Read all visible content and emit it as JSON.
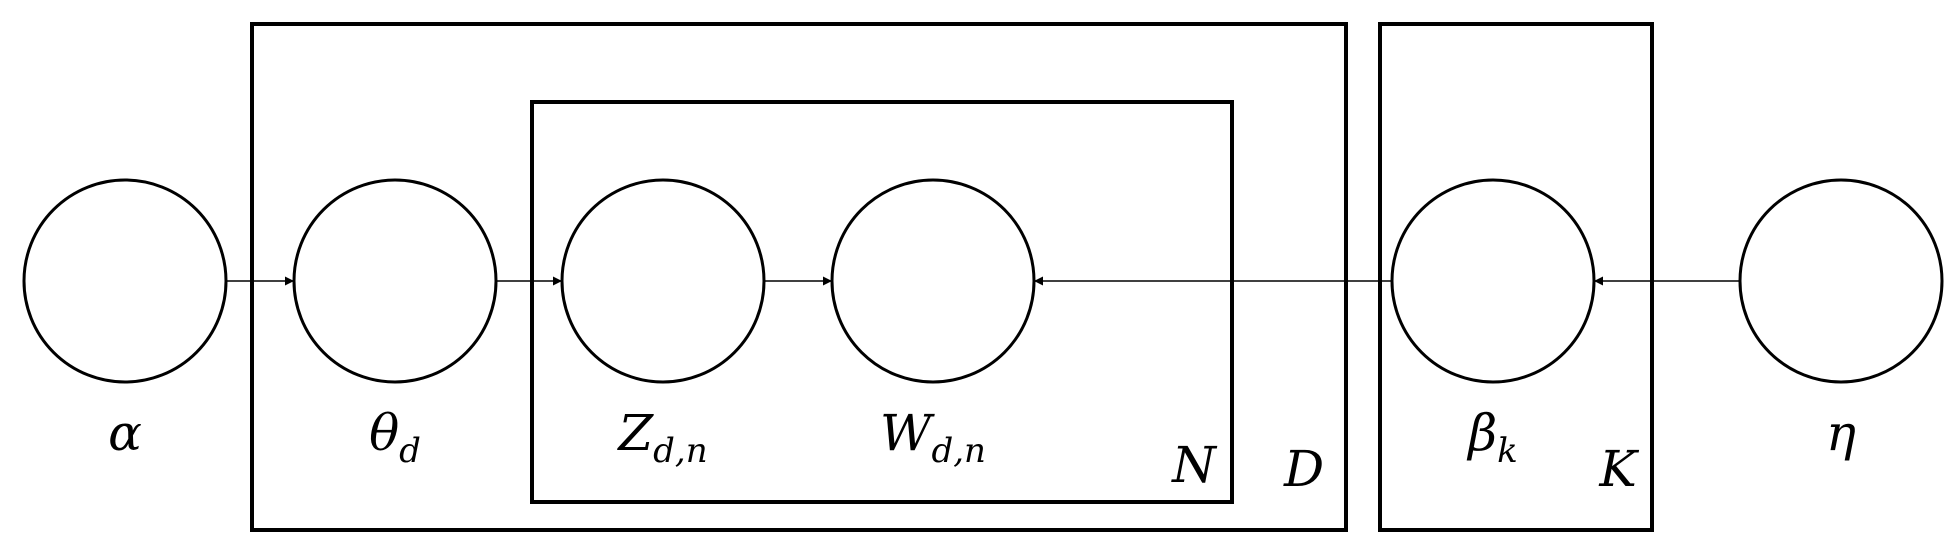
{
  "nodes": {
    "alpha": {
      "symbol": "α",
      "subscript": ""
    },
    "theta": {
      "symbol": "θ",
      "subscript": "d"
    },
    "z": {
      "symbol": "Z",
      "subscript": "d,n"
    },
    "w": {
      "symbol": "W",
      "subscript": "d,n"
    },
    "beta": {
      "symbol": "β",
      "subscript": "k"
    },
    "eta": {
      "symbol": "η",
      "subscript": ""
    }
  },
  "plates": {
    "documents": "D",
    "words": "N",
    "topics": "K"
  },
  "edges": [
    {
      "from": "alpha",
      "to": "theta"
    },
    {
      "from": "theta",
      "to": "z"
    },
    {
      "from": "z",
      "to": "w"
    },
    {
      "from": "beta",
      "to": "w"
    },
    {
      "from": "eta",
      "to": "beta"
    }
  ]
}
